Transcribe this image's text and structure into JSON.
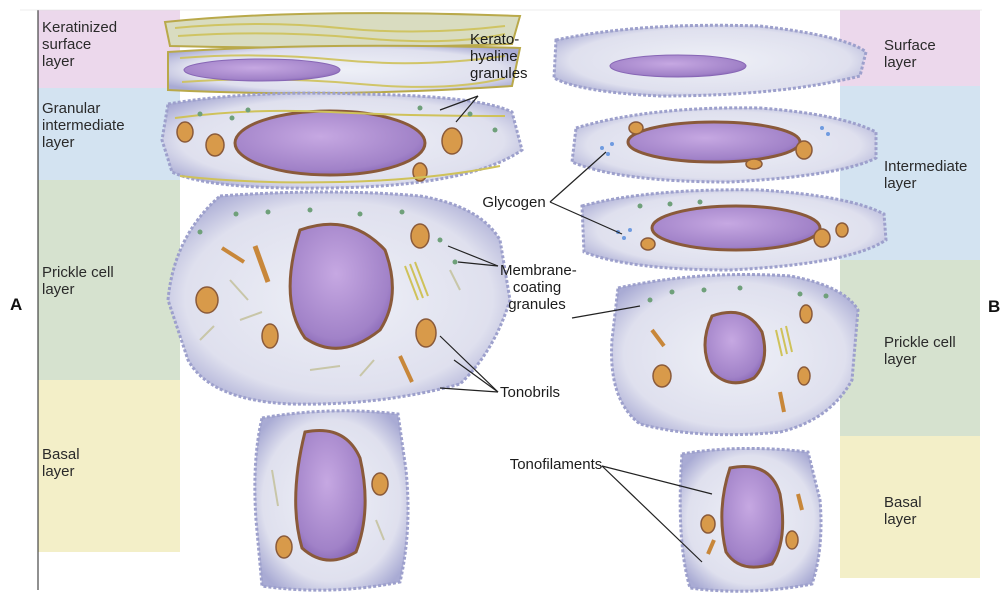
{
  "panels": {
    "left_letter": "A",
    "right_letter": "B"
  },
  "left_layers": [
    {
      "label": "Keratinized\nsurface\nlayer",
      "color": "#ecd8ec"
    },
    {
      "label": "Granular\nintermediate\nlayer",
      "color": "#d3e3f1"
    },
    {
      "label": "Prickle cell\nlayer",
      "color": "#d6e2cf"
    },
    {
      "label": "Basal\nlayer",
      "color": "#f3efc8"
    }
  ],
  "right_layers": [
    {
      "label": "Surface\nlayer",
      "color": "#ecd8ec"
    },
    {
      "label": "Intermediate\nlayer",
      "color": "#d3e3f1"
    },
    {
      "label": "Prickle cell\nlayer",
      "color": "#d6e2cf"
    },
    {
      "label": "Basal\nlayer",
      "color": "#f3efc8"
    }
  ],
  "annotations": {
    "keratohyaline": "Kerato-\nhyaline\ngranules",
    "glycogen": "Glycogen",
    "membrane_coating": "Membrane-\ncoating\ngranules",
    "tonobrils": "Tonobrils",
    "tonofilaments": "Tonofilaments"
  },
  "colors": {
    "cell_fill": "#dfe0ee",
    "cell_edge": "#8f90c4",
    "nucleus_fill": "#a987cc",
    "nucleus_edge": "#8a5a3a",
    "mito_fill": "#d89a4a",
    "keratin": "#cfc25a",
    "granule": "#6fa07a",
    "glycogen": "#6f9be0",
    "leader_line": "#222222"
  }
}
